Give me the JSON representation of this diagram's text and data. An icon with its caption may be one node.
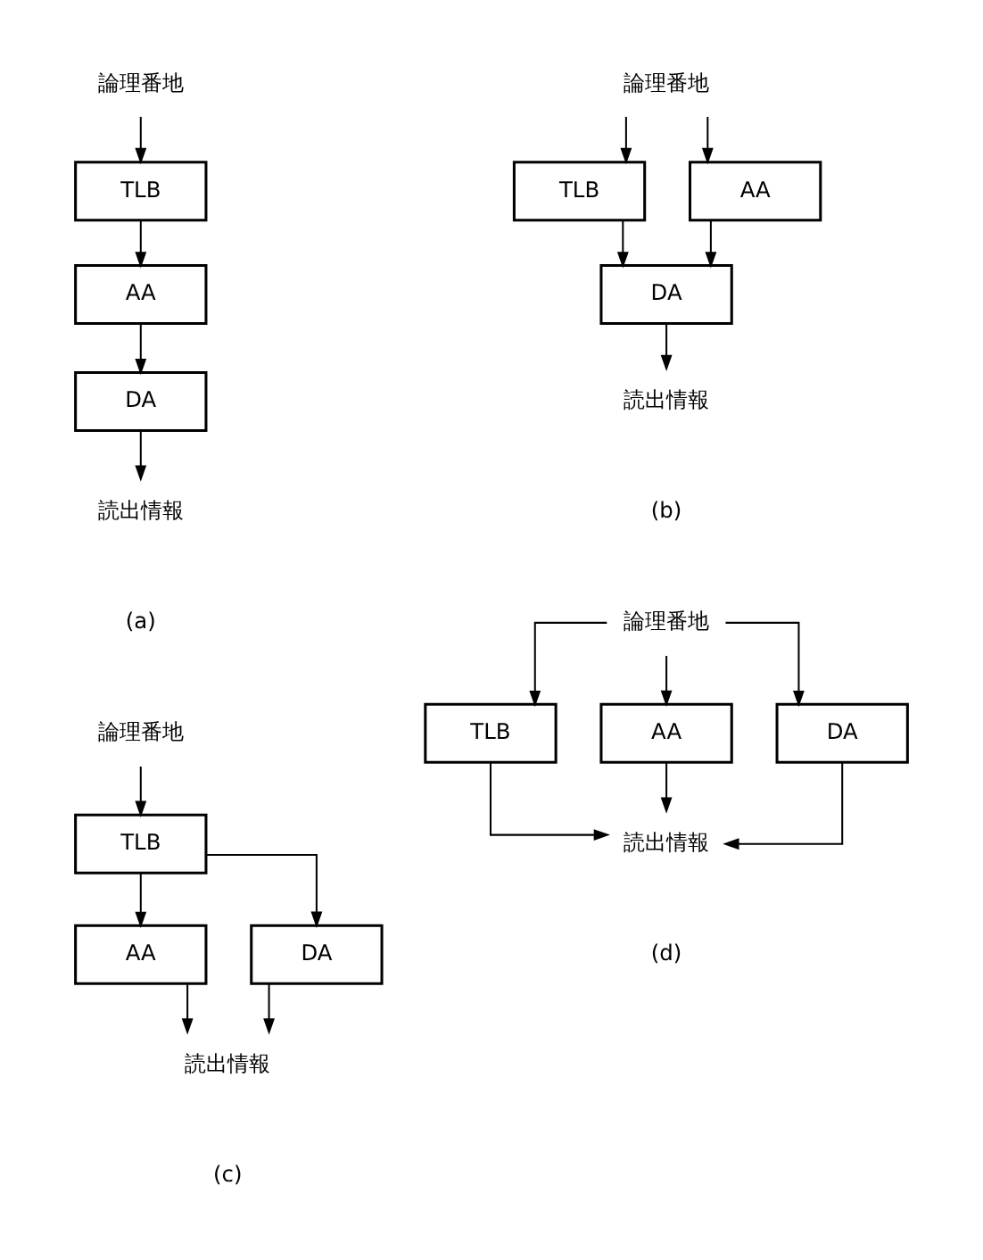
{
  "diagram": {
    "nodes": [
      {
        "text": [
          "論理番地"
        ]
      },
      {
        "text": [
          "TLB"
        ]
      },
      {
        "text": [
          "AA"
        ]
      },
      {
        "text": [
          "DA"
        ]
      },
      {
        "text": [
          "読出情報"
        ]
      },
      {
        "text": [
          "論理番地"
        ]
      },
      {
        "text": [
          "TLB"
        ]
      },
      {
        "text": [
          "AA"
        ]
      },
      {
        "text": [
          "DA"
        ]
      },
      {
        "text": [
          "読出情報"
        ]
      },
      {
        "text": [
          "論理番地"
        ]
      },
      {
        "text": [
          "TLB"
        ]
      },
      {
        "text": [
          "AA"
        ]
      },
      {
        "text": [
          "DA"
        ]
      },
      {
        "text": [
          "読出情報"
        ]
      },
      {
        "text": [
          "論理番地"
        ]
      },
      {
        "text": [
          "TLB"
        ]
      },
      {
        "text": [
          "AA"
        ]
      },
      {
        "text": [
          "DA"
        ]
      },
      {
        "text": [
          "読出情報"
        ]
      }
    ],
    "edges": [
      {
        "from": 0,
        "to": 1,
        "arrow": "to"
      },
      {
        "from": 1,
        "to": 2,
        "arrow": "to"
      },
      {
        "from": 2,
        "to": 3,
        "arrow": "to"
      },
      {
        "from": 3,
        "to": 4,
        "arrow": "to"
      },
      {
        "from": 5,
        "to": 6,
        "arrow": "to"
      },
      {
        "from": 5,
        "to": 7,
        "arrow": "to"
      },
      {
        "from": 6,
        "to": 8,
        "arrow": "to"
      },
      {
        "from": 7,
        "to": 8,
        "arrow": "to"
      },
      {
        "from": 8,
        "to": 9,
        "arrow": "to"
      },
      {
        "from": 10,
        "to": 11,
        "arrow": "to"
      },
      {
        "from": 11,
        "to": 12,
        "arrow": "to"
      },
      {
        "from": 11,
        "to": 13,
        "arrow": "to"
      },
      {
        "from": 12,
        "to": 14,
        "arrow": "to"
      },
      {
        "from": 13,
        "to": 14,
        "arrow": "to"
      },
      {
        "from": 15,
        "to": 16,
        "arrow": "to"
      },
      {
        "from": 15,
        "to": 17,
        "arrow": "to"
      },
      {
        "from": 15,
        "to": 18,
        "arrow": "to"
      },
      {
        "from": 16,
        "to": 19,
        "arrow": "to"
      },
      {
        "from": 17,
        "to": 19,
        "arrow": "to"
      },
      {
        "from": 18,
        "to": 19,
        "arrow": "to"
      }
    ],
    "labels": [
      "(a)",
      "(b)",
      "(c)",
      "(d)"
    ]
  }
}
